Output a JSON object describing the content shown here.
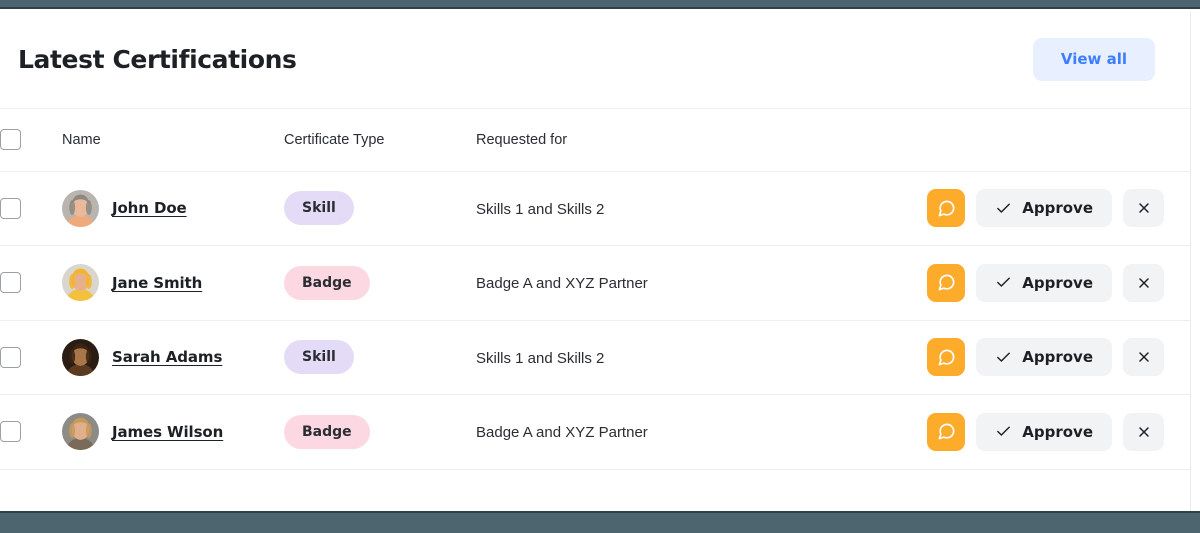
{
  "header": {
    "title": "Latest Certifications",
    "view_all_label": "View all"
  },
  "table": {
    "columns": {
      "select": "",
      "name": "Name",
      "certificate_type": "Certificate Type",
      "requested_for": "Requested for",
      "actions": ""
    },
    "rows": [
      {
        "name": "John Doe",
        "certificate_type": "Skill",
        "certificate_type_color": "#e4dcf7",
        "requested_for": "Skills 1 and Skills 2",
        "avatar": "avatar-john-doe",
        "approve_label": "Approve",
        "chat_icon": "message-square-icon",
        "reject_icon": "close-x-icon",
        "checked": false
      },
      {
        "name": "Jane Smith",
        "certificate_type": "Badge",
        "certificate_type_color": "#fbd8e2",
        "requested_for": "Badge A and XYZ Partner",
        "avatar": "avatar-jane-smith",
        "approve_label": "Approve",
        "chat_icon": "message-square-icon",
        "reject_icon": "close-x-icon",
        "checked": false
      },
      {
        "name": "Sarah Adams",
        "certificate_type": "Skill",
        "certificate_type_color": "#e4dcf7",
        "requested_for": "Skills 1 and Skills 2",
        "avatar": "avatar-sarah-adams",
        "approve_label": "Approve",
        "chat_icon": "message-square-icon",
        "reject_icon": "close-x-icon",
        "checked": false
      },
      {
        "name": "James Wilson",
        "certificate_type": "Badge",
        "certificate_type_color": "#fbd8e2",
        "requested_for": "Badge A and XYZ Partner",
        "avatar": "avatar-james-wilson",
        "approve_label": "Approve",
        "chat_icon": "message-square-icon",
        "reject_icon": "close-x-icon",
        "checked": false
      }
    ]
  },
  "theme": {
    "accent_blue": "#3d7eff",
    "accent_blue_bg": "#e8efff",
    "chat_orange": "#fcab2b",
    "neutral_button_bg": "#f2f3f5",
    "chrome_bar": "#4c656e",
    "text_primary": "#1d2025",
    "border": "#eceef0"
  }
}
